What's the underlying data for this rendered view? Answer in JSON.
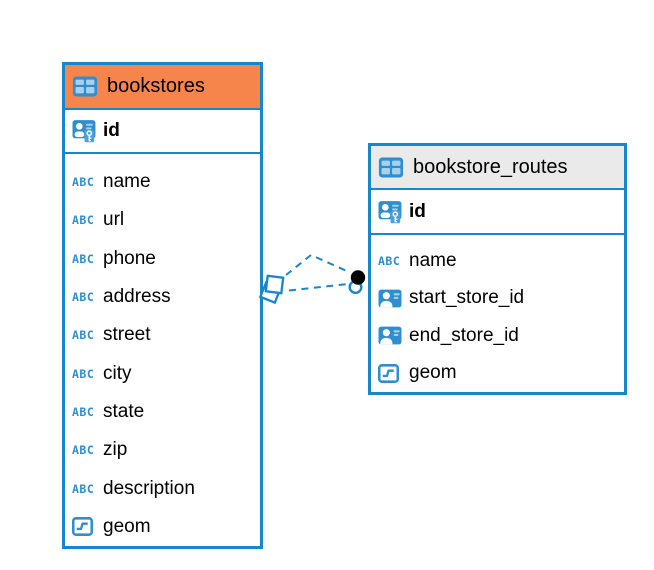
{
  "colors": {
    "blue": "#1787C9",
    "icon-blue": "#2E8FD0",
    "icon-cell": "#A9CFEC",
    "key-patch": "#4DA0DB",
    "orange": "#F6854C",
    "gray-header": "#EAEAEA",
    "text": "#000000",
    "canvas-bg": "#FFFFFF"
  },
  "icons": {
    "abc_label": "ABC"
  },
  "diagram": {
    "tables": [
      {
        "title": "bookstores",
        "pk": {
          "label": "id",
          "type": "primary-key"
        },
        "columns": [
          {
            "label": "name",
            "type": "text"
          },
          {
            "label": "url",
            "type": "text"
          },
          {
            "label": "phone",
            "type": "text"
          },
          {
            "label": "address",
            "type": "text"
          },
          {
            "label": "street",
            "type": "text"
          },
          {
            "label": "city",
            "type": "text"
          },
          {
            "label": "state",
            "type": "text"
          },
          {
            "label": "zip",
            "type": "text"
          },
          {
            "label": "description",
            "type": "text"
          },
          {
            "label": "geom",
            "type": "geometry"
          }
        ]
      },
      {
        "title": "bookstore_routes",
        "pk": {
          "label": "id",
          "type": "primary-key"
        },
        "columns": [
          {
            "label": "name",
            "type": "text"
          },
          {
            "label": "start_store_id",
            "type": "reference"
          },
          {
            "label": "end_store_id",
            "type": "reference"
          },
          {
            "label": "geom",
            "type": "geometry"
          }
        ]
      }
    ],
    "relation": {
      "from_table": "bookstores",
      "to_table": "bookstore_routes",
      "line_style": "dashed",
      "line_count": 2
    }
  }
}
